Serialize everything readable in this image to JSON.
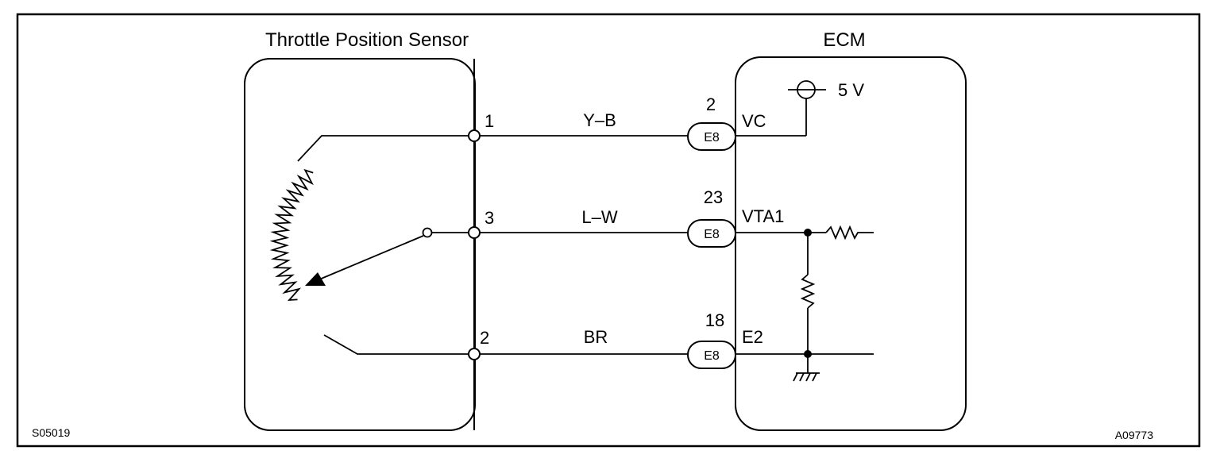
{
  "diagram": {
    "sensor": {
      "title": "Throttle Position Sensor"
    },
    "ecm": {
      "title": "ECM",
      "supply_label": "5 V"
    },
    "connections": [
      {
        "sensor_pin": "1",
        "wire_color": "Y–B",
        "ecm_pin": "2",
        "connector": "E8",
        "ecm_terminal": "VC"
      },
      {
        "sensor_pin": "3",
        "wire_color": "L–W",
        "ecm_pin": "23",
        "connector": "E8",
        "ecm_terminal": "VTA1"
      },
      {
        "sensor_pin": "2",
        "wire_color": "BR",
        "ecm_pin": "18",
        "connector": "E8",
        "ecm_terminal": "E2"
      }
    ],
    "codes": {
      "left": "S05019",
      "right": "A09773"
    }
  }
}
